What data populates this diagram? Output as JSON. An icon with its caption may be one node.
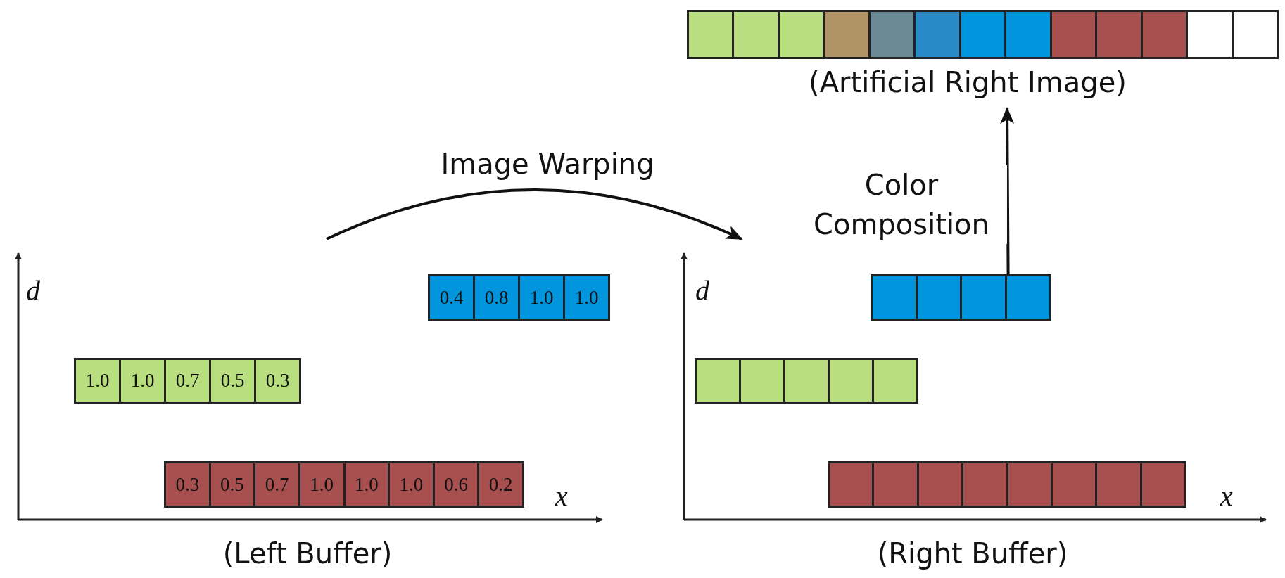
{
  "diagram": {
    "nodes": [
      {
        "text": [
          "(Left Buffer)"
        ]
      },
      {
        "text": [
          "0.4",
          "0.8",
          "1.0",
          "1.0"
        ],
        "in": 0
      },
      {
        "text": [
          "1.0",
          "1.0",
          "0.7",
          "0.5",
          "0.3"
        ],
        "in": 0
      },
      {
        "text": [
          "0.3",
          "0.5",
          "0.7",
          "1.0",
          "1.0",
          "1.0",
          "0.6",
          "0.2"
        ],
        "in": 0
      },
      {
        "text": [
          "(Right Buffer)"
        ]
      },
      {
        "text": [],
        "shape": "bar",
        "in": 4
      },
      {
        "text": [],
        "shape": "bar",
        "in": 4
      },
      {
        "text": [],
        "shape": "bar",
        "in": 4
      },
      {
        "text": [],
        "shape": "bar",
        "beside": [
          "(Artificial Right Image)"
        ]
      }
    ],
    "edges": [
      {
        "from": 0,
        "to": 4,
        "arrow": "to",
        "label": "Image Warping"
      },
      {
        "from": 5,
        "to": 8,
        "arrow": "to",
        "label": "Color Composition"
      }
    ],
    "labels": [
      "d",
      "x",
      "d",
      "x"
    ]
  }
}
